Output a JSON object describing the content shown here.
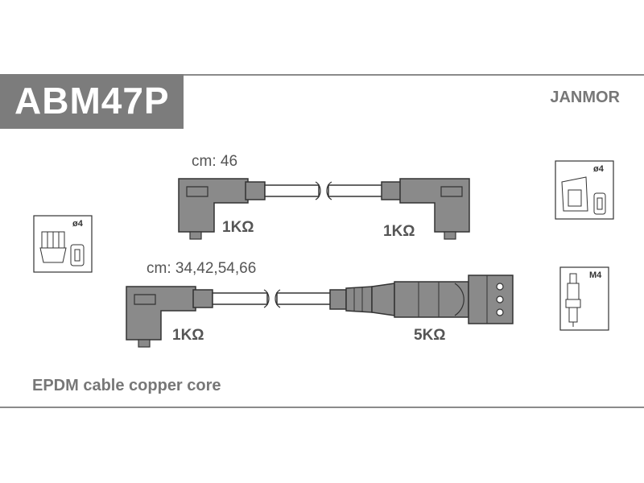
{
  "header": {
    "product_code": "ABM47P",
    "brand": "JANMOR"
  },
  "cable1": {
    "length_label": "cm: 46",
    "resistance_left": "1KΩ",
    "resistance_right": "1KΩ"
  },
  "cable2": {
    "length_label": "cm: 34,42,54,66",
    "resistance_left": "1KΩ",
    "resistance_right": "5KΩ"
  },
  "icons": {
    "distributor_label": "ø4",
    "coil_label": "ø4",
    "spark_plug_label": "M4"
  },
  "footer": {
    "description": "EPDM cable copper core"
  },
  "colors": {
    "header_box": "#7c7c7c",
    "boot_fill": "#8a8a8a",
    "line": "#333333"
  }
}
